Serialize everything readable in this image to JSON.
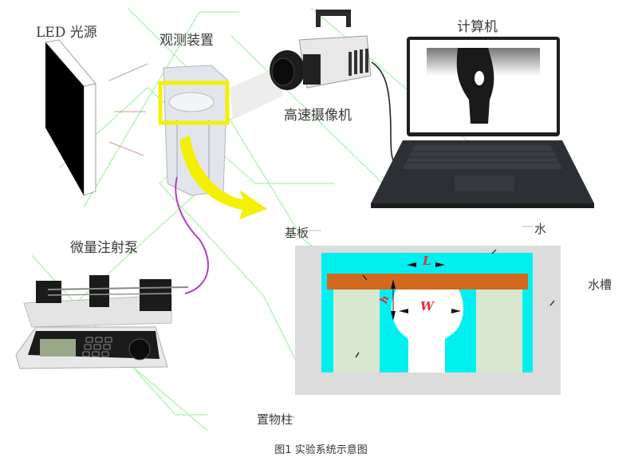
{
  "labels": {
    "led_light_source": "LED 光源",
    "observation_device": "观测装置",
    "high_speed_camera": "高速摄像机",
    "computer": "计算机",
    "micro_syringe_pump": "微量注射泵",
    "substrate": "基板",
    "water": "水",
    "water_tank": "水槽",
    "support_pillar": "置物柱"
  },
  "dimensions": {
    "length": "L",
    "width": "W",
    "height": "h"
  },
  "caption": "图1 实验系统示意图",
  "colors": {
    "water": "#00f0f0",
    "substrate": "#d2691e",
    "tank": "#dcdcdc",
    "pillar": "#d8e8d0",
    "highlight": "#f5f000",
    "tube": "#b040c0",
    "dimension_text": "#e0303a"
  }
}
